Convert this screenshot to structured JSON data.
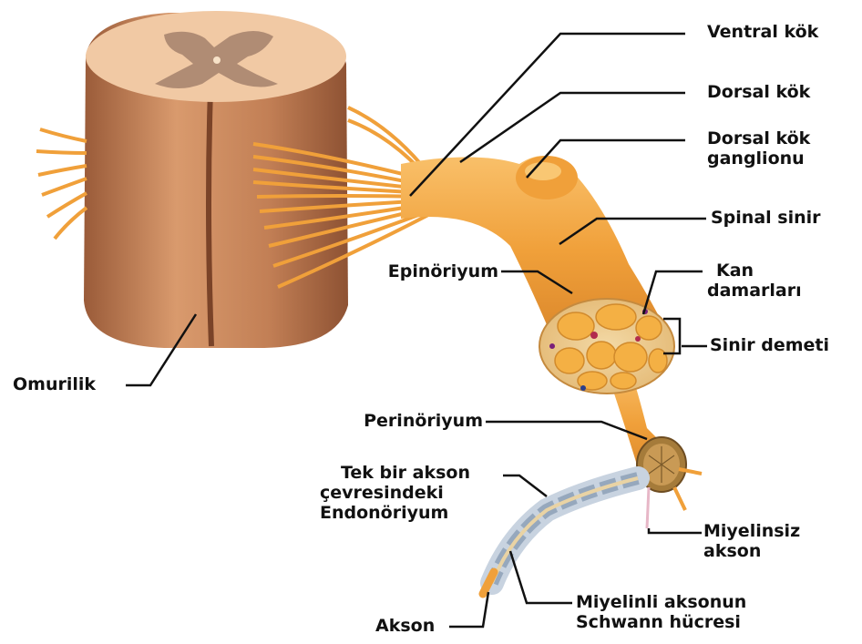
{
  "labels": {
    "ventral_kok": "Ventral kök",
    "dorsal_kok": "Dorsal kök",
    "dorsal_kok_ganglionu": [
      "Dorsal kök",
      "ganglionu"
    ],
    "spinal_sinir": "Spinal sinir",
    "kan_damarlari": [
      "Kan",
      "damarları"
    ],
    "sinir_demeti": "Sinir demeti",
    "epinoriyum": "Epinöriyum",
    "perinoriyum": "Perinöriyum",
    "endonoriyum": [
      "Tek bir akson",
      "çevresindeki",
      "Endonöriyum"
    ],
    "miyelinsiz_akson": [
      "Miyelinsiz",
      "akson"
    ],
    "miyelinli_schwann": [
      "Miyelinli aksonun",
      "Schwann hücresi"
    ],
    "akson": "Akson",
    "omurilik": "Omurilik"
  },
  "colors": {
    "nerve_orange": "#f2a33a",
    "cord_brown": "#c8845a",
    "cord_top": "#f1c9a4",
    "grey_matter": "#b08c74",
    "fascicle": "#f4b044",
    "leader": "#111111",
    "schwann_blue": "#aab9cc"
  }
}
